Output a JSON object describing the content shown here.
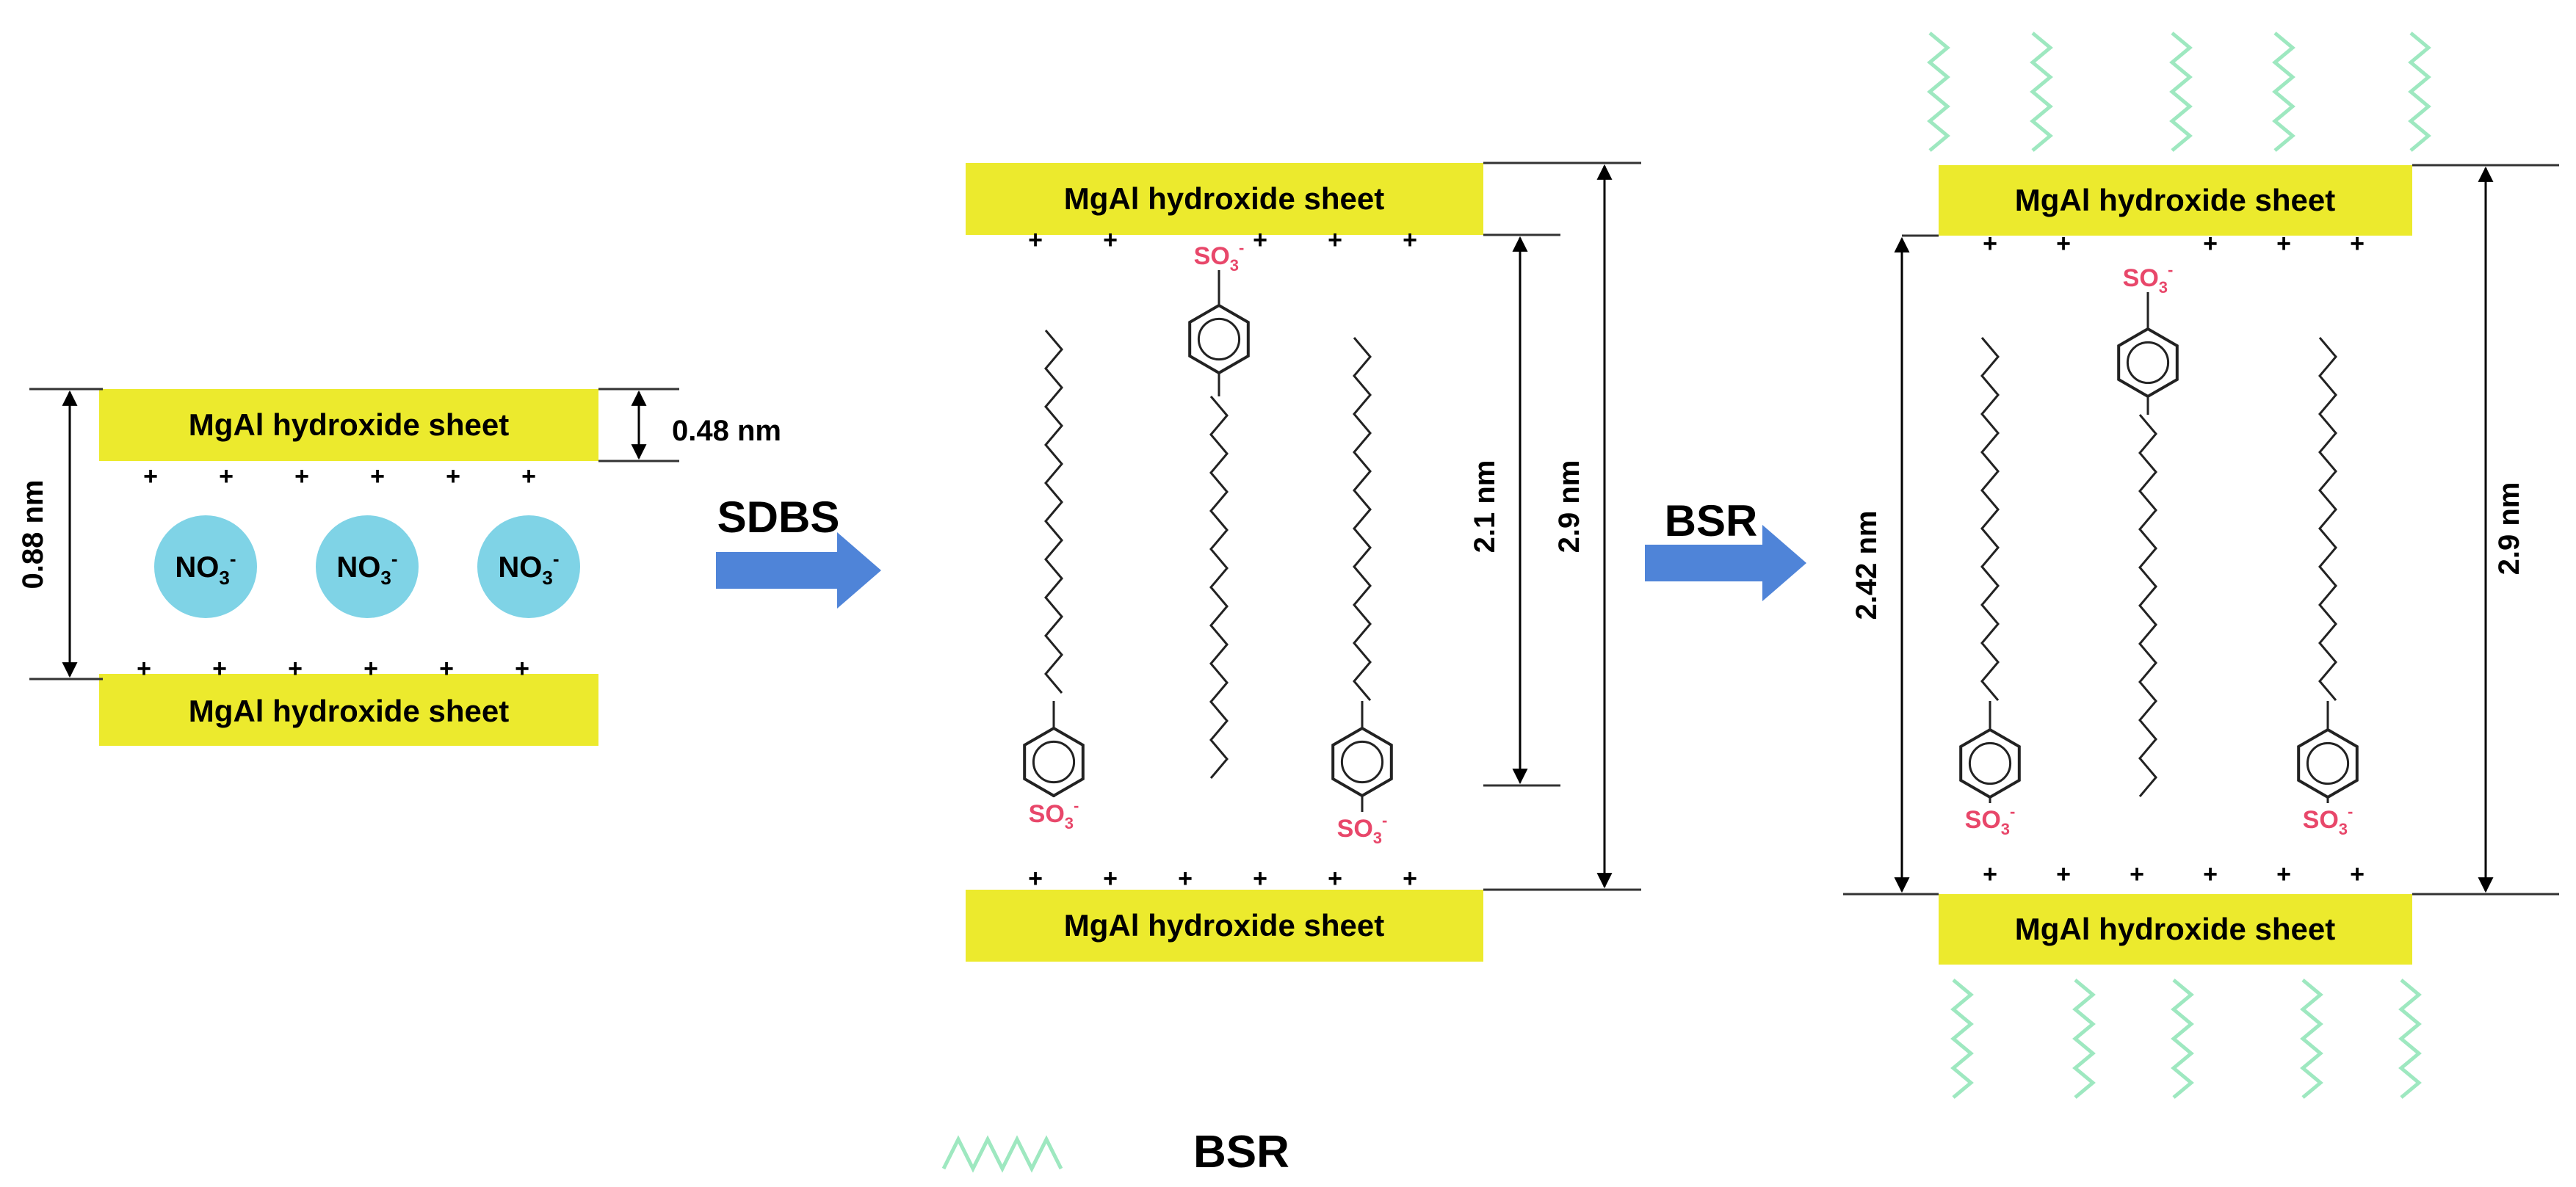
{
  "sheet_label": "MgAl hydroxide sheet",
  "nitrate": {
    "base": "NO",
    "sub": "3",
    "sup": "-"
  },
  "sulfonate": {
    "base": "SO",
    "sub": "3",
    "sup": "-"
  },
  "steps": {
    "first": "SDBS",
    "second": "BSR"
  },
  "dimensions": {
    "sheet_thickness": "0.48 nm",
    "basal_spacing_no3": "0.88 nm",
    "gallery_sdbs": "2.1 nm",
    "basal_spacing_sdbs": "2.9 nm",
    "gallery_bsr": "2.42 nm",
    "basal_spacing_bsr": "2.9 nm"
  },
  "legend": {
    "label": "BSR"
  },
  "colors": {
    "sheet": "#ecea2d",
    "ion": "#7fd3e6",
    "arrow": "#4f84d8",
    "sulfonate": "#e8476a",
    "bsr": "#9ee8c0"
  }
}
